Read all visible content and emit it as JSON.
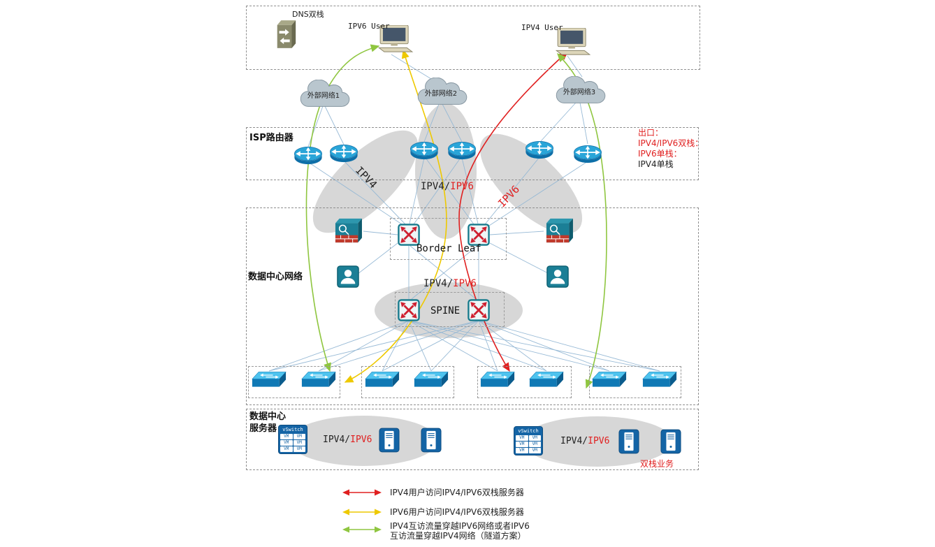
{
  "colors": {
    "flow_ipv4_red": "#e02020",
    "flow_ipv6_yellow": "#eec900",
    "flow_tunnel_green": "#8fc640",
    "link_blue": "#93b7d4",
    "blob_gray": "#d7d7d7",
    "icon_teal": "#1b7f96",
    "icon_blue": "#1464a5",
    "router_blue": "#2aa5d8",
    "accent_red": "#e02020"
  },
  "top_zone": {
    "dns_label": "DNS双栈",
    "ipv6_user": "IPV6 User",
    "ipv4_user": "IPV4 User"
  },
  "clouds": [
    {
      "label": "外部网络1"
    },
    {
      "label": "外部网络2"
    },
    {
      "label": "外部网络3"
    }
  ],
  "isp_zone": {
    "title": "ISP路由器",
    "blob_left": "IPV4",
    "blob_mid_black": "IPV4/",
    "blob_mid_red": "IPV6",
    "blob_right": "IPV6"
  },
  "exit_note": {
    "line1": "出口：",
    "line2": "IPV4/IPV6双栈：",
    "line3": "IPV6单栈：",
    "line4": "IPV4单栈"
  },
  "dc_zone": {
    "title": "数据中心网络",
    "border_leaf": "Border Leaf",
    "mid_black": "IPV4/",
    "mid_red": "IPV6",
    "spine": "SPINE"
  },
  "server_zone": {
    "title_line1": "数据中心",
    "title_line2": "服务器",
    "left_black": "IPV4/",
    "left_red": "IPV6",
    "right_black": "IPV4/",
    "right_red": "IPV6",
    "vswitch_label": "vSwitch",
    "vm_label": "VM",
    "dual_stack_note": "双栈业务"
  },
  "legend": {
    "ipv4_label": "IPV4用户访问IPV4/IPV6双栈服务器",
    "ipv6_label": "IPV6用户访问IPV4/IPV6双栈服务器",
    "tunnel_label_line1": "IPV4互访流量穿越IPV6网络或者IPV6",
    "tunnel_label_line2": "互访流量穿越IPV4网络（隧道方案）"
  }
}
